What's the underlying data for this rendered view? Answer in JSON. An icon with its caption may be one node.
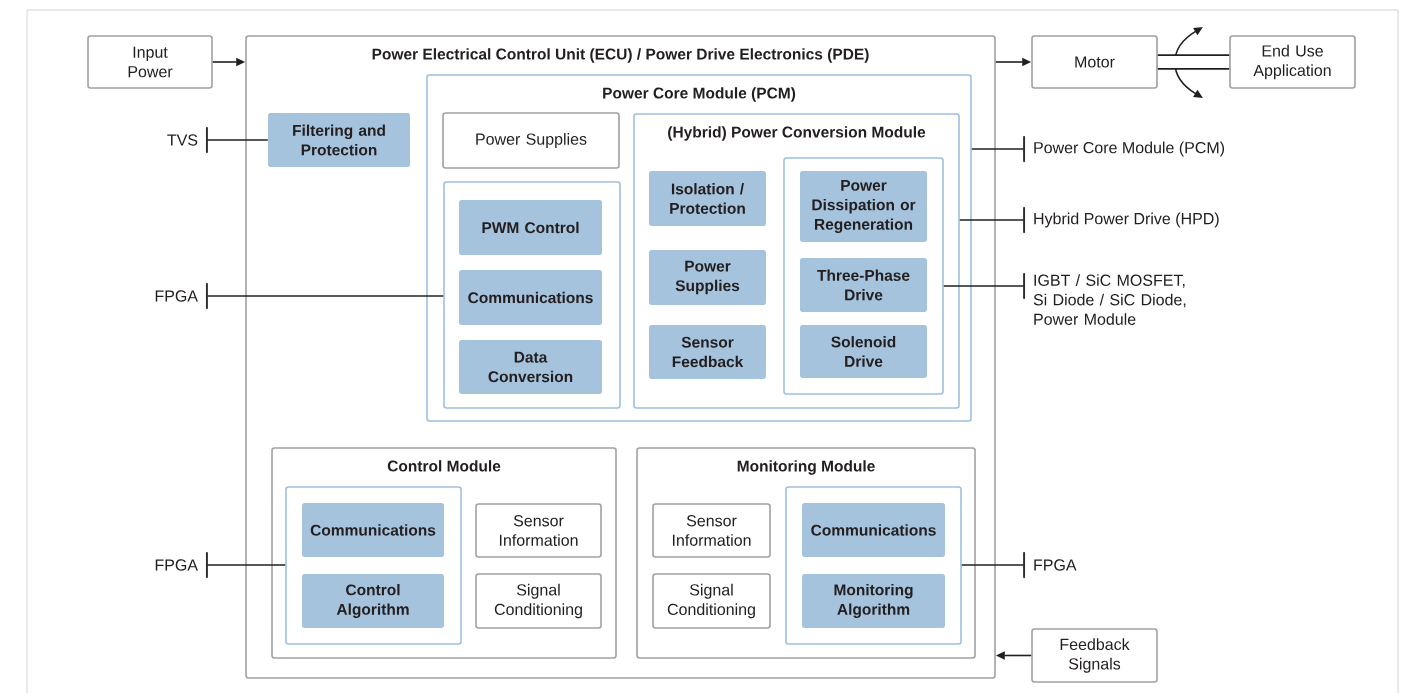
{
  "diagram": {
    "nodes": [
      {
        "text": [
          "Input Power"
        ]
      },
      {
        "text": [
          "Power Electrical Control Unit (ECU) / Power Drive Electronics (PDE)"
        ]
      },
      {
        "text": [
          "Filtering and Protection"
        ],
        "in": 1
      },
      {
        "text": [
          "Power Core Module (PCM)"
        ],
        "in": 1
      },
      {
        "text": [
          "Power Supplies"
        ],
        "in": 3
      },
      {
        "text": [],
        "shape": "box",
        "in": 3
      },
      {
        "text": [
          "PWM Control"
        ],
        "in": 5
      },
      {
        "text": [
          "Communications"
        ],
        "in": 5
      },
      {
        "text": [
          "Data Conversion"
        ],
        "in": 5
      },
      {
        "text": [
          "(Hybrid) Power Conversion Module"
        ],
        "in": 3
      },
      {
        "text": [
          "Isolation / Protection"
        ],
        "in": 9
      },
      {
        "text": [
          "Power Supplies"
        ],
        "in": 9
      },
      {
        "text": [
          "Sensor Feedback"
        ],
        "in": 9
      },
      {
        "text": [],
        "shape": "box",
        "in": 9
      },
      {
        "text": [
          "Power Dissipation or Regeneration"
        ],
        "in": 13
      },
      {
        "text": [
          "Three-Phase Drive"
        ],
        "in": 13
      },
      {
        "text": [
          "Solenoid Drive"
        ],
        "in": 13
      },
      {
        "text": [
          "Control Module"
        ],
        "in": 1
      },
      {
        "text": [],
        "shape": "box",
        "in": 17
      },
      {
        "text": [
          "Communications"
        ],
        "in": 18
      },
      {
        "text": [
          "Control Algorithm"
        ],
        "in": 18
      },
      {
        "text": [
          "Sensor Information"
        ],
        "in": 17
      },
      {
        "text": [
          "Signal Conditioning"
        ],
        "in": 17
      },
      {
        "text": [
          "Monitoring Module"
        ],
        "in": 1
      },
      {
        "text": [
          "Sensor Information"
        ],
        "in": 23
      },
      {
        "text": [
          "Signal Conditioning"
        ],
        "in": 23
      },
      {
        "text": [],
        "shape": "box",
        "in": 23
      },
      {
        "text": [
          "Communications"
        ],
        "in": 26
      },
      {
        "text": [
          "Monitoring Algorithm"
        ],
        "in": 26
      },
      {
        "text": [
          "Motor"
        ]
      },
      {
        "text": [
          "End Use Application"
        ]
      },
      {
        "text": [
          "Feedback Signals"
        ]
      },
      {
        "text": [
          "TVS"
        ]
      },
      {
        "text": [
          "FPGA"
        ]
      },
      {
        "text": [
          "FPGA"
        ]
      },
      {
        "text": [
          "Power Core Module (PCM)"
        ]
      },
      {
        "text": [
          "Hybrid Power Drive (HPD)"
        ]
      },
      {
        "text": [
          "IGBT / SiC MOSFET, Si Diode / SiC Diode, Power Module"
        ]
      },
      {
        "text": [
          "FPGA"
        ]
      }
    ],
    "edges": [
      {
        "from": 0,
        "to": 1,
        "arrow": "to"
      },
      {
        "from": 1,
        "to": 29,
        "arrow": "to"
      },
      {
        "from": 29,
        "to": 30,
        "arrow": "none",
        "style": "thick"
      },
      {
        "from": 31,
        "to": 1,
        "arrow": "to"
      },
      {
        "from": 32,
        "to": 2,
        "arrow": "other"
      },
      {
        "from": 33,
        "to": 5,
        "arrow": "other"
      },
      {
        "from": 34,
        "to": 18,
        "arrow": "other"
      },
      {
        "from": 35,
        "to": 3,
        "arrow": "other"
      },
      {
        "from": 36,
        "to": 9,
        "arrow": "other"
      },
      {
        "from": 37,
        "to": 13,
        "arrow": "other"
      },
      {
        "from": 38,
        "to": 26,
        "arrow": "other"
      }
    ]
  }
}
